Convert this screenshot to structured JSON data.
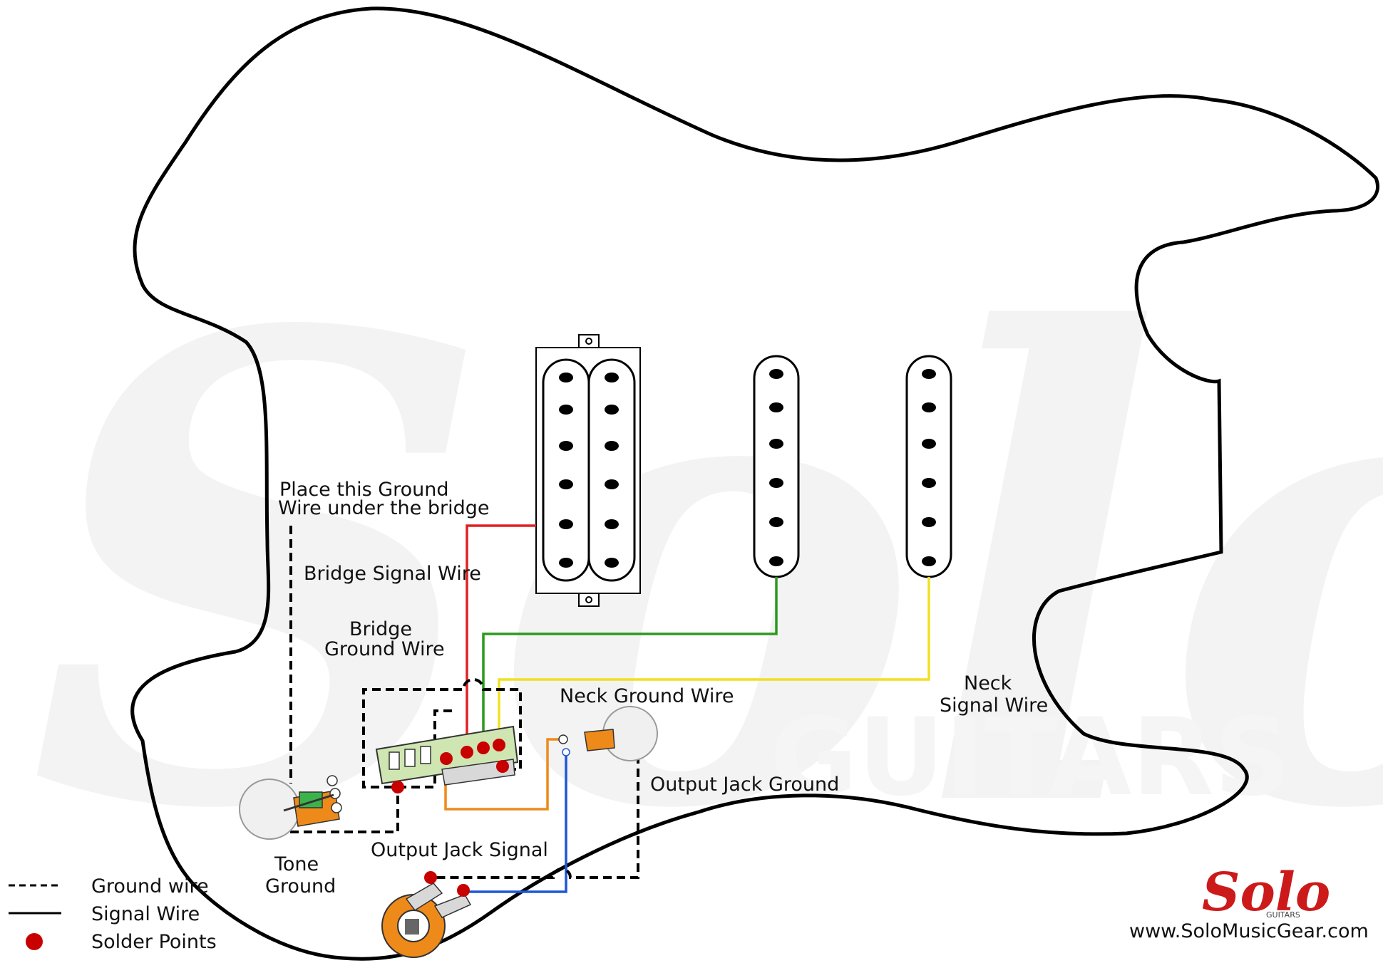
{
  "watermark": {
    "word": "Solo",
    "sub": "GUITARS"
  },
  "labels": {
    "ground_under_bridge_1": "Place this Ground",
    "ground_under_bridge_2": "Wire under the bridge",
    "bridge_signal": "Bridge Signal Wire",
    "bridge_ground_1": "Bridge",
    "bridge_ground_2": "Ground Wire",
    "neck_ground": "Neck Ground Wire",
    "neck_signal_1": "Neck",
    "neck_signal_2": "Signal Wire",
    "output_jack_ground": "Output Jack Ground",
    "output_jack_signal": "Output Jack Signal",
    "tone_ground_1": "Tone",
    "tone_ground_2": "Ground"
  },
  "legend": {
    "ground": "Ground wire",
    "signal": "Signal Wire",
    "solder": "Solder Points"
  },
  "brand": {
    "logo": "Solo",
    "logo_sub": "GUITARS",
    "url": "www.SoloMusicGear.com"
  },
  "colors": {
    "body_outline": "#000000",
    "bridge_signal_wire": "#e02020",
    "middle_signal_wire": "#2a9a1e",
    "neck_signal_wire": "#f0e020",
    "tone_to_jack_wire": "#ee8a1a",
    "jack_signal_wire": "#1e56d8",
    "solder_point": "#c80000",
    "logo_red": "#cc1a1a"
  }
}
